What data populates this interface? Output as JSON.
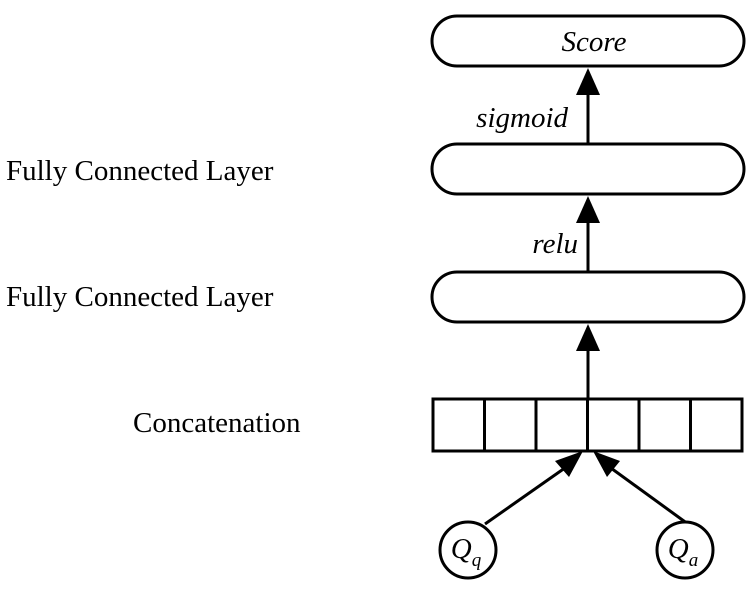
{
  "labels": {
    "fc_upper": "Fully Connected Layer",
    "fc_lower": "Fully Connected Layer",
    "concatenation": "Concatenation"
  },
  "nodes": {
    "score": "Score",
    "q_question": {
      "base": "Q",
      "sub": "q"
    },
    "q_answer": {
      "base": "Q",
      "sub": "a"
    }
  },
  "activations": {
    "upper": "sigmoid",
    "lower": "relu"
  },
  "concat_cells": 6,
  "colors": {
    "stroke": "#000000",
    "background": "#ffffff"
  }
}
